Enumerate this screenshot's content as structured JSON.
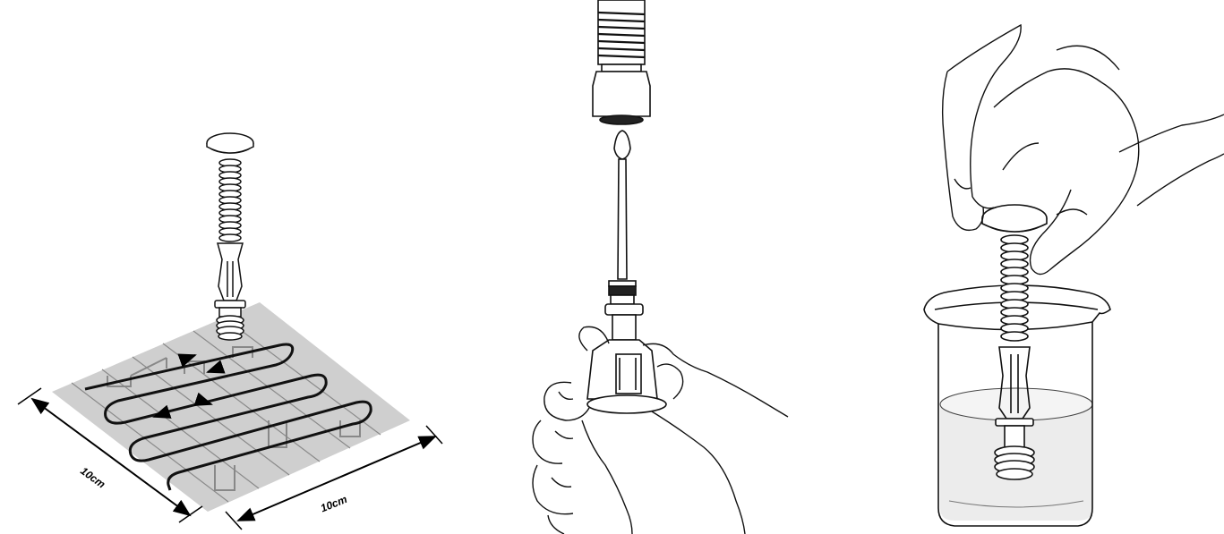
{
  "panels": [
    {
      "id": "swab-pattern"
    },
    {
      "id": "swab-into-unit"
    },
    {
      "id": "swab-in-beaker"
    }
  ],
  "dimensions": {
    "width_label": "10cm",
    "depth_label": "10cm"
  },
  "colors": {
    "line": "#1a1a1a",
    "area_fill": "#cfcfcf",
    "grid_line": "#777777",
    "water": "#e9e9e9"
  }
}
